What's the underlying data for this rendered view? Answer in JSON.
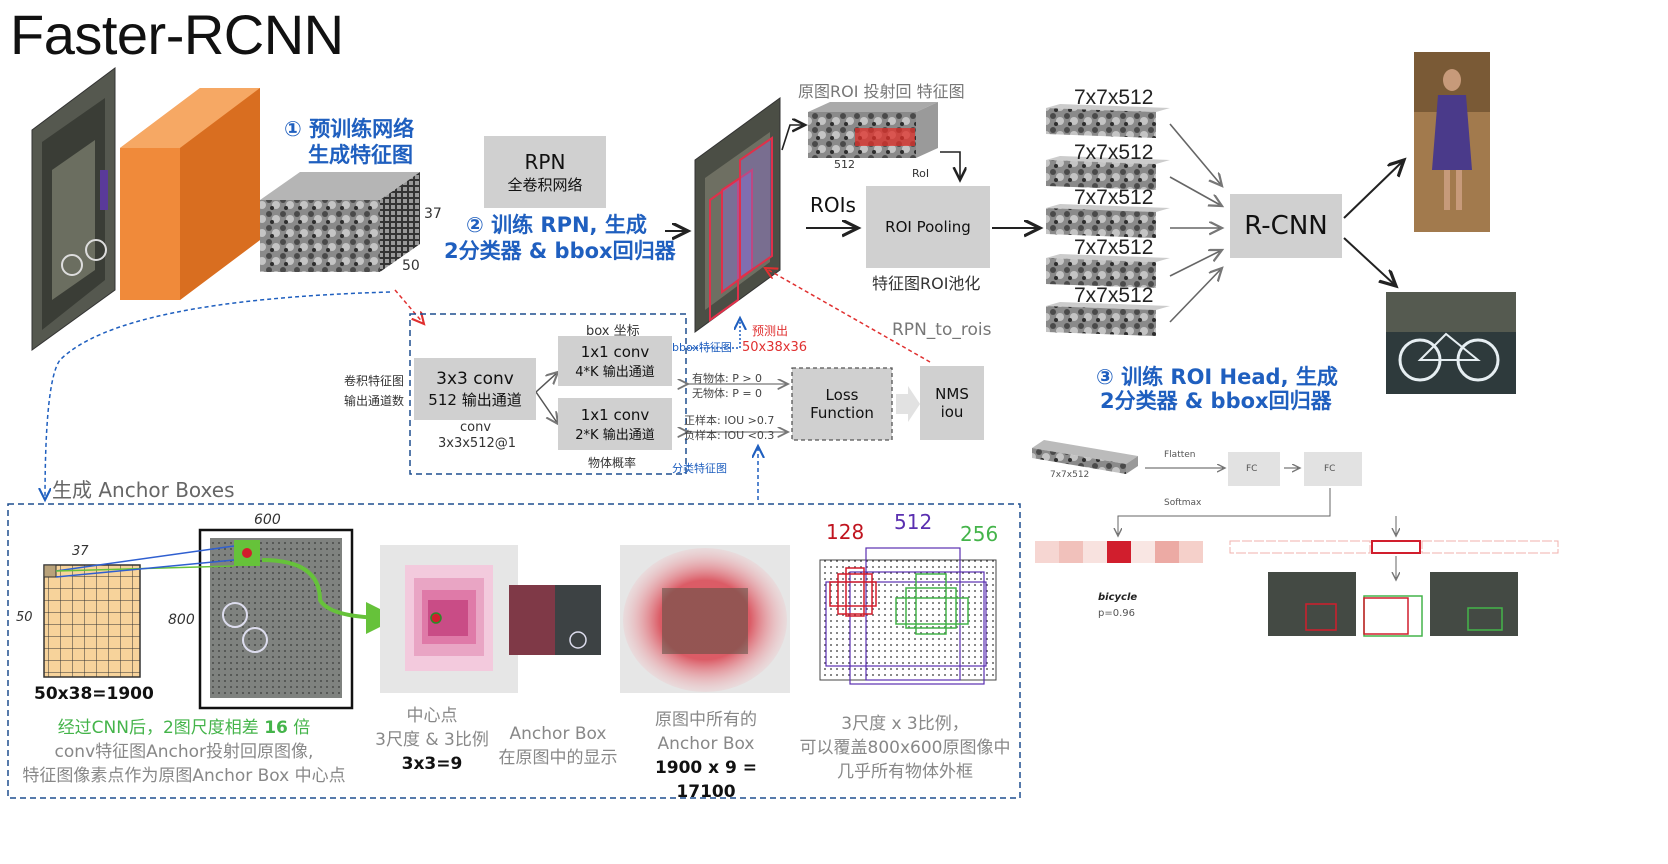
{
  "title": "Faster-RCNN",
  "step1": {
    "line1": "① 预训练网络",
    "line2": "生成特征图"
  },
  "step2": {
    "line1": "② 训练 RPN, 生成",
    "line2": "2分类器 & bbox回归器"
  },
  "step3": {
    "line1": "③ 训练 ROI Head, 生成",
    "line2": "2分类器 & bbox回归器"
  },
  "feature_dims": {
    "h": "37",
    "w": "50"
  },
  "rpn": {
    "title": "RPN",
    "subtitle": "全卷积网络"
  },
  "roi_projection": {
    "label": "原图ROI 投射回 特征图",
    "dim": "512",
    "roi": "RoI"
  },
  "rois_label": "ROIs",
  "roi_pooling": {
    "label": "ROI Pooling",
    "caption": "特征图ROI池化"
  },
  "pooled_features": [
    "7x7x512",
    "7x7x512",
    "7x7x512",
    "7x7x512",
    "7x7x512"
  ],
  "rcnn": "R-CNN",
  "rpn_detail": {
    "input_label_1": "卷积特征图",
    "input_label_2": "输出通道数",
    "conv3": {
      "line1": "3x3 conv",
      "line2": "512 输出通道",
      "note1": "conv",
      "note2": "3x3x512@1"
    },
    "box_coord": "box 坐标",
    "conv1a": {
      "line1": "1x1 conv",
      "line2": "4*K 输出通道"
    },
    "conv1b": {
      "line1": "1x1 conv",
      "line2": "2*K 输出通道"
    },
    "obj_prob": "物体概率",
    "bbox_feat": "bbox特征图",
    "cls_feat": "分类特征图",
    "has_obj": "有物体: P > 0",
    "no_obj": "无物体: P = 0",
    "pos_sample": "正样本: IOU >0.7",
    "neg_sample": "负样本: IOU <0.3",
    "loss": {
      "line1": "Loss",
      "line2": "Function"
    },
    "nms": {
      "line1": "NMS",
      "line2": "iou"
    },
    "predict": {
      "line1": "预测出",
      "line2": "50x38x36"
    },
    "rpn_to_rois": "RPN_to_rois"
  },
  "anchor_section": {
    "title": "生成 Anchor Boxes",
    "grid_w": "37",
    "grid_h": "50",
    "img_w": "600",
    "img_h": "800",
    "grid_count": "50x38=1900",
    "cap1_a": "经过CNN后，2图尺度相差 ",
    "cap1_b": "16",
    "cap1_c": " 倍",
    "cap1_line2": "conv特征图Anchor投射回原图像,",
    "cap1_line3": "特征图像素点作为原图Anchor Box 中心点",
    "cap2_line1": "中心点",
    "cap2_line2": "3尺度 & 3比例",
    "cap2_line3": "3x3=9",
    "cap3_line1": "Anchor Box",
    "cap3_line2": "在原图中的显示",
    "cap4_line1": "原图中所有的",
    "cap4_line2": "Anchor Box",
    "cap4_line3": "1900 x 9 = 17100",
    "scale_128": "128",
    "scale_512": "512",
    "scale_256": "256",
    "cap5_line1": "3尺度 x 3比例，",
    "cap5_line2": "可以覆盖800x600原图像中",
    "cap5_line3": "几乎所有物体外框"
  },
  "head_detail": {
    "input": "7x7x512",
    "flatten": "Flatten",
    "fc1": "FC",
    "fc2": "FC",
    "softmax": "Softmax",
    "class_name": "bicycle",
    "prob": "p=0.96"
  },
  "colors": {
    "accent_blue": "#1f5fbf",
    "red": "#e03030",
    "green": "#44b44a",
    "orange": "#f08a3a",
    "box_gray": "#d0d0d0"
  }
}
